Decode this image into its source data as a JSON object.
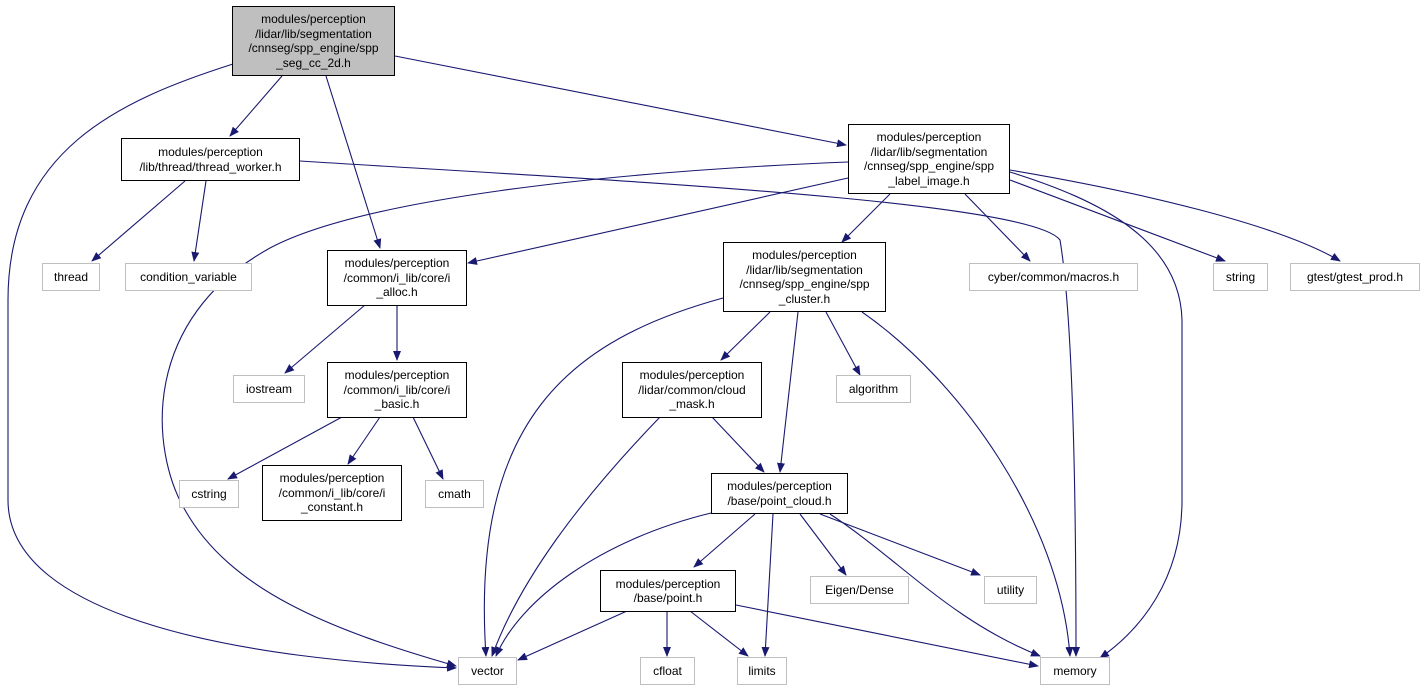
{
  "colors": {
    "edge": "#191970",
    "main_fill": "#bfbfbf",
    "file_border": "#000000",
    "ext_border": "#bfbfbf"
  },
  "nodes": {
    "spp_seg_cc_2d": "modules/perception\n/lidar/lib/segmentation\n/cnnseg/spp_engine/spp\n_seg_cc_2d.h",
    "thread_worker": "modules/perception\n/lib/thread/thread_worker.h",
    "spp_label_image": "modules/perception\n/lidar/lib/segmentation\n/cnnseg/spp_engine/spp\n_label_image.h",
    "thread": "thread",
    "condition_variable": "condition_variable",
    "i_alloc": "modules/perception\n/common/i_lib/core/i\n_alloc.h",
    "spp_cluster": "modules/perception\n/lidar/lib/segmentation\n/cnnseg/spp_engine/spp\n_cluster.h",
    "cyber_macros": "cyber/common/macros.h",
    "string": "string",
    "gtest_prod": "gtest/gtest_prod.h",
    "iostream": "iostream",
    "i_basic": "modules/perception\n/common/i_lib/core/i\n_basic.h",
    "cloud_mask": "modules/perception\n/lidar/common/cloud\n_mask.h",
    "algorithm": "algorithm",
    "cstring": "cstring",
    "i_constant": "modules/perception\n/common/i_lib/core/i\n_constant.h",
    "cmath": "cmath",
    "point_cloud": "modules/perception\n/base/point_cloud.h",
    "point": "modules/perception\n/base/point.h",
    "eigen_dense": "Eigen/Dense",
    "utility": "utility",
    "vector": "vector",
    "cfloat": "cfloat",
    "limits": "limits",
    "memory": "memory"
  }
}
